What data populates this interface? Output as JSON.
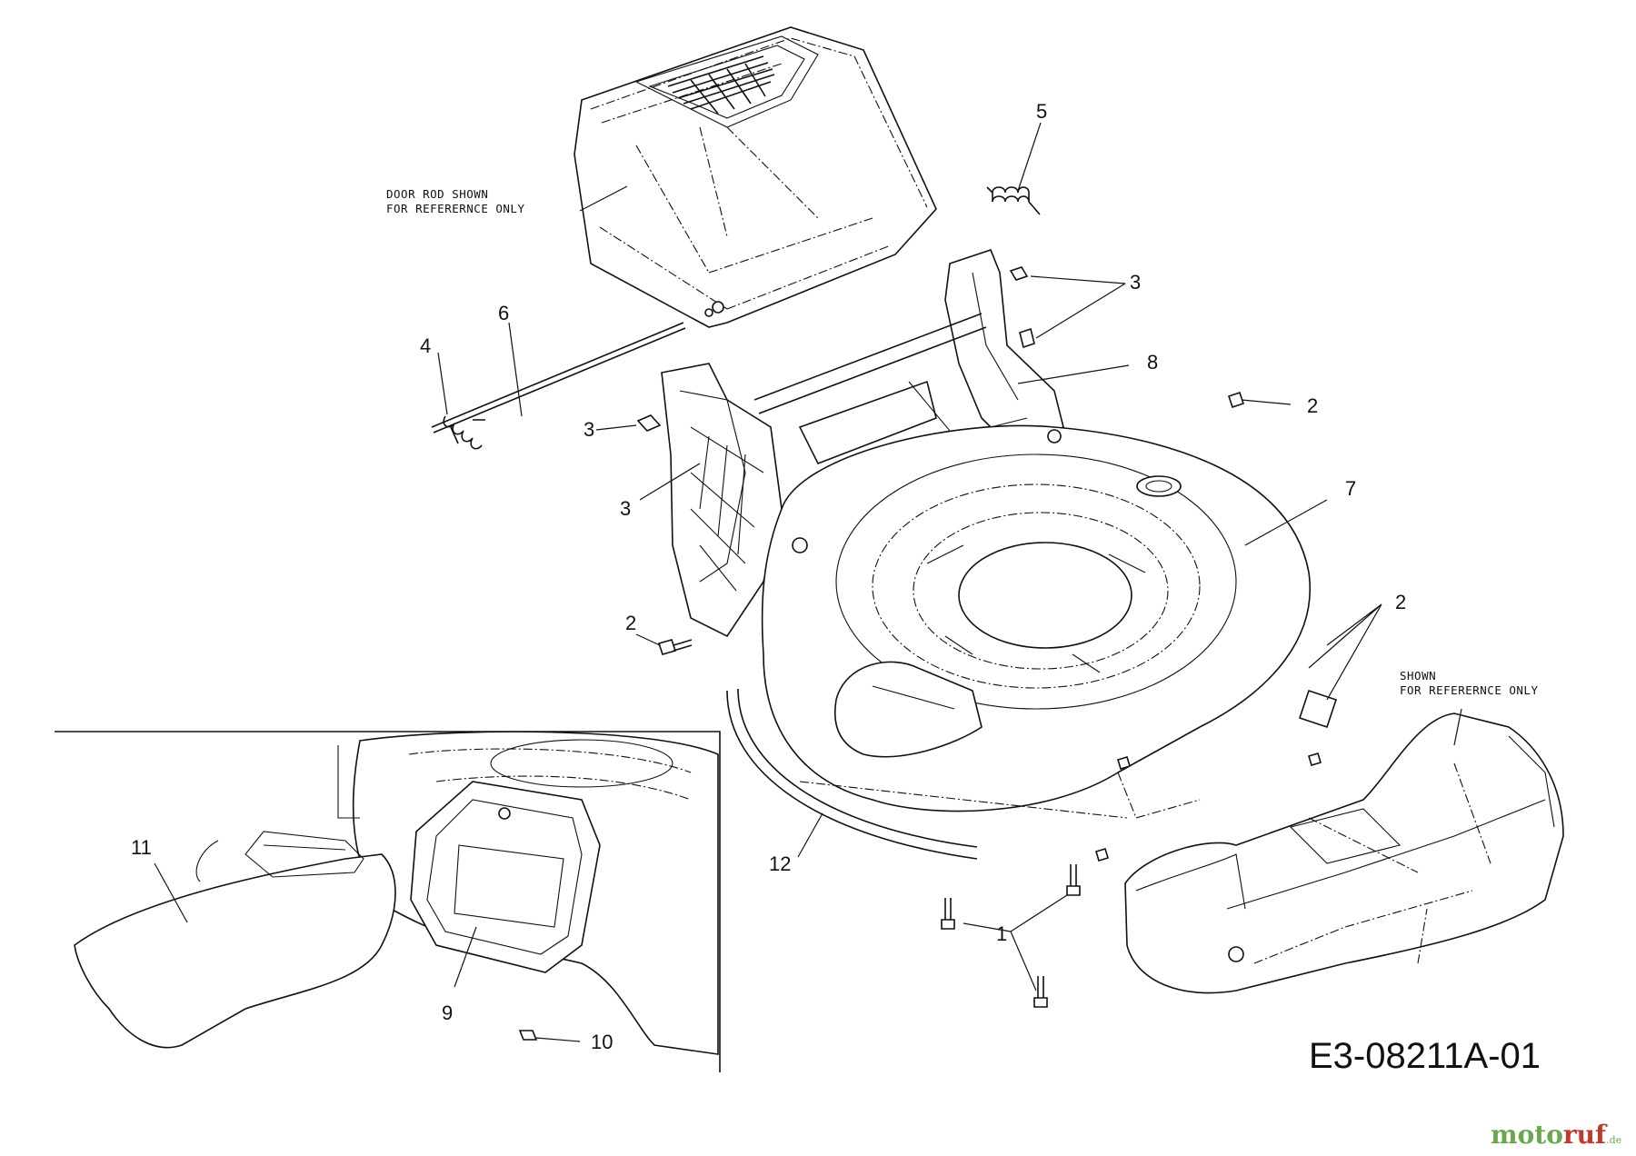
{
  "notes": {
    "door_rod_line1": "DOOR ROD SHOWN",
    "door_rod_line2": "FOR REFERERNCE ONLY",
    "shown_line1": "SHOWN",
    "shown_line2": "FOR REFERERNCE ONLY"
  },
  "callouts": {
    "c1": "1",
    "c2a": "2",
    "c2b": "2",
    "c2c": "2",
    "c3a": "3",
    "c3b": "3",
    "c3c": "3",
    "c4": "4",
    "c5": "5",
    "c6": "6",
    "c7": "7",
    "c8": "8",
    "c9": "9",
    "c10": "10",
    "c11": "11",
    "c12": "12"
  },
  "diagram_code": "E3-08211A-01",
  "watermark": {
    "part1": "moto",
    "part2": "ruf",
    "part3": ".de"
  }
}
